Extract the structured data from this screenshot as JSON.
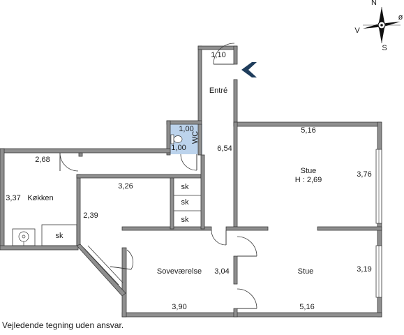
{
  "rooms": {
    "entre": {
      "name": "Entré",
      "dim_top": "1,10",
      "dim_side": "6,54"
    },
    "wc": {
      "name": "WC",
      "dim_top": "1,00",
      "dim_side": "1,00"
    },
    "kokken": {
      "name": "Køkken",
      "dim_top": "2,68",
      "dim_side": "3,37",
      "sk": "sk"
    },
    "vaerelse_small": {
      "dim_top": "3,26",
      "dim_side": "2,39"
    },
    "closets": [
      "sk",
      "sk",
      "sk"
    ],
    "stue_top": {
      "name": "Stue",
      "height": "H : 2,69",
      "dim_top": "5,16",
      "dim_side": "3,76"
    },
    "stue_bottom": {
      "name": "Stue",
      "dim_bottom": "5,16",
      "dim_side": "3,19"
    },
    "sovevaerelse": {
      "name": "Soveværelse",
      "dim_bottom": "3,90",
      "dim_side": "3,04"
    }
  },
  "compass": {
    "n": "N",
    "s": "S",
    "v": "V",
    "o": "ø"
  },
  "disclaimer": "Vejledende tegning uden ansvar.",
  "colors": {
    "wall": "#8f8f8f",
    "wc_fill": "#bcd3ec",
    "entrance_arrow": "#1f3d5c"
  }
}
